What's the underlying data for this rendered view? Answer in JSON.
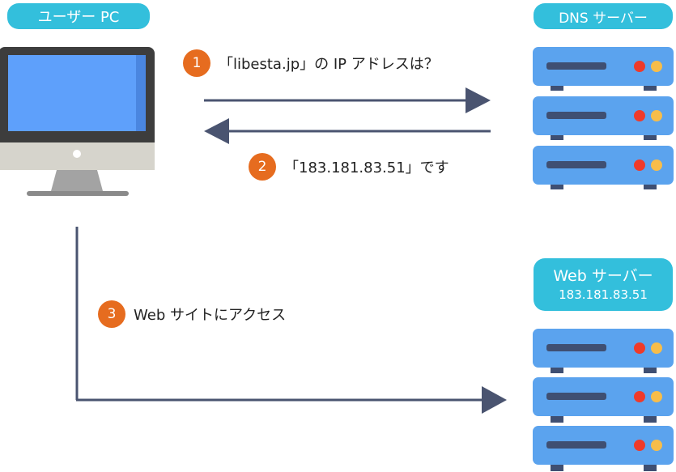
{
  "nodes": {
    "user_pc": {
      "label": "ユーザー PC"
    },
    "dns_server": {
      "label": "DNS サーバー"
    },
    "web_server": {
      "label": "Web サーバー",
      "ip": "183.181.83.51"
    }
  },
  "steps": [
    {
      "number": "1",
      "text": "「libesta.jp」の IP アドレスは？"
    },
    {
      "number": "2",
      "text": "「183.181.83.51」です"
    },
    {
      "number": "3",
      "text": "Web サイトにアクセス"
    }
  ],
  "colors": {
    "pill": "#33bfdc",
    "step_badge": "#e66c1f",
    "arrow": "#4a5470",
    "server_body": "#5ba3ee",
    "server_slot": "#3f4f72",
    "led_red": "#ef3a2a",
    "led_yellow": "#f7bd4a",
    "monitor_frame": "#3d3d3d",
    "monitor_screen": "#5ea0fb",
    "monitor_stand": "#a3a3a3"
  }
}
